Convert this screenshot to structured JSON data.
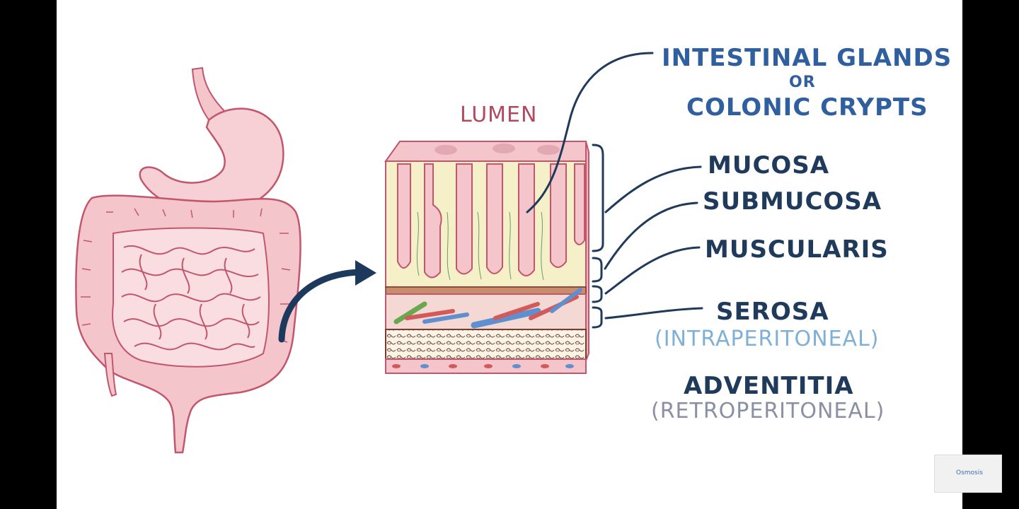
{
  "labels": {
    "lumen": "LUMEN",
    "glands_line1": "INTESTINAL GLANDS",
    "glands_or": "OR",
    "glands_line2": "COLONIC CRYPTS",
    "mucosa": "MUCOSA",
    "submucosa": "SUBMUCOSA",
    "muscularis": "MUSCULARIS",
    "serosa": "SEROSA",
    "serosa_note": "(INTRAPERITONEAL)",
    "adventitia": "ADVENTITIA",
    "adventitia_note": "(RETROPERITONEAL)"
  },
  "logo": {
    "text": "Osmosis"
  },
  "colors": {
    "organ_pink": "#f4c6cc",
    "organ_outline": "#c2566c",
    "label_dark": "#1f3a5a",
    "label_blue": "#2f5f9e",
    "serosa_note": "#7fb0d6",
    "adventitia_note": "#8a8fa6",
    "lumen": "#b24a5e",
    "arrow": "#1d3a5c"
  }
}
